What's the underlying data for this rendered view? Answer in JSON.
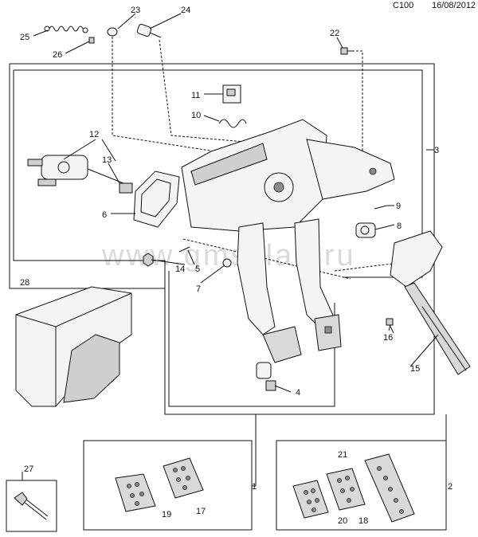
{
  "header": {
    "code": "C100",
    "date": "16/08/2012"
  },
  "watermark": "www.gmsklad.ru",
  "callouts": [
    {
      "n": "1",
      "label": "1"
    },
    {
      "n": "2",
      "label": "2"
    },
    {
      "n": "3",
      "label": "3"
    },
    {
      "n": "4",
      "label": "4"
    },
    {
      "n": "5",
      "label": "5"
    },
    {
      "n": "6",
      "label": "6"
    },
    {
      "n": "7",
      "label": "7"
    },
    {
      "n": "8",
      "label": "8"
    },
    {
      "n": "9",
      "label": "9"
    },
    {
      "n": "10",
      "label": "10"
    },
    {
      "n": "11",
      "label": "11"
    },
    {
      "n": "12",
      "label": "12"
    },
    {
      "n": "13",
      "label": "13"
    },
    {
      "n": "14",
      "label": "14"
    },
    {
      "n": "15",
      "label": "15"
    },
    {
      "n": "16",
      "label": "16"
    },
    {
      "n": "17",
      "label": "17"
    },
    {
      "n": "18",
      "label": "18"
    },
    {
      "n": "19",
      "label": "19"
    },
    {
      "n": "20",
      "label": "20"
    },
    {
      "n": "21",
      "label": "21"
    },
    {
      "n": "22",
      "label": "22"
    },
    {
      "n": "23",
      "label": "23"
    },
    {
      "n": "24",
      "label": "24"
    },
    {
      "n": "25",
      "label": "25"
    },
    {
      "n": "26",
      "label": "26"
    },
    {
      "n": "27",
      "label": "27"
    },
    {
      "n": "28",
      "label": "28"
    }
  ]
}
